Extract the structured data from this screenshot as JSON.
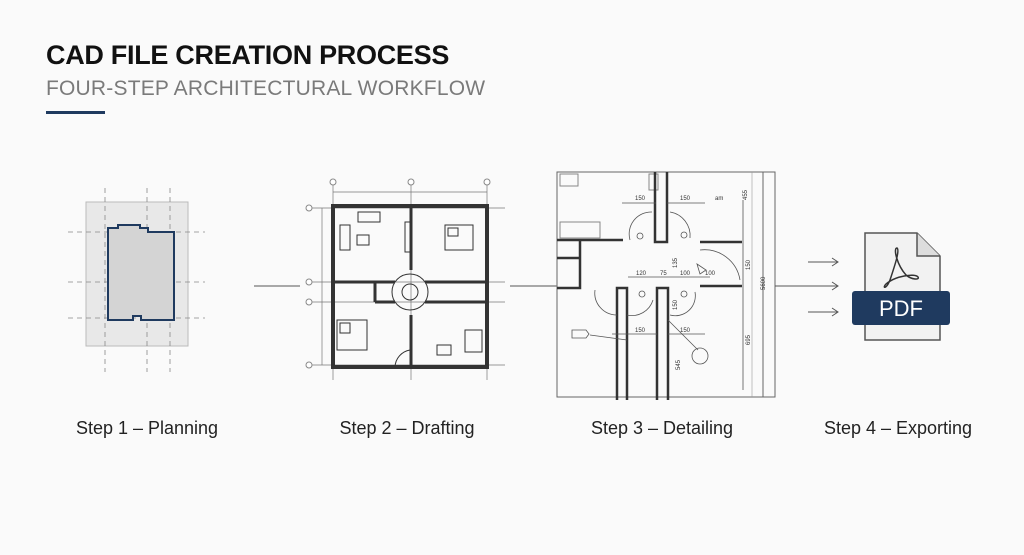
{
  "header": {
    "title": "CAD FILE CREATION PROCESS",
    "subtitle": "FOUR-STEP ARCHITECTURAL WORKFLOW",
    "accent_color": "#1f3a5f"
  },
  "steps": [
    {
      "label": "Step 1 – Planning",
      "icon": "site-outline-icon"
    },
    {
      "label": "Step 2 – Drafting",
      "icon": "floor-plan-icon"
    },
    {
      "label": "Step 3 – Detailing",
      "icon": "detail-drawing-icon"
    },
    {
      "label": "Step 4 – Exporting",
      "icon": "pdf-file-icon"
    }
  ],
  "detail_dimensions": [
    "150",
    "150",
    "am",
    "455",
    "120",
    "75",
    "100",
    "100",
    "135",
    "150",
    "150",
    "150",
    "150",
    "5600",
    "695",
    "545"
  ],
  "pdf": {
    "text": "PDF",
    "band_color": "#1f3a5f"
  }
}
